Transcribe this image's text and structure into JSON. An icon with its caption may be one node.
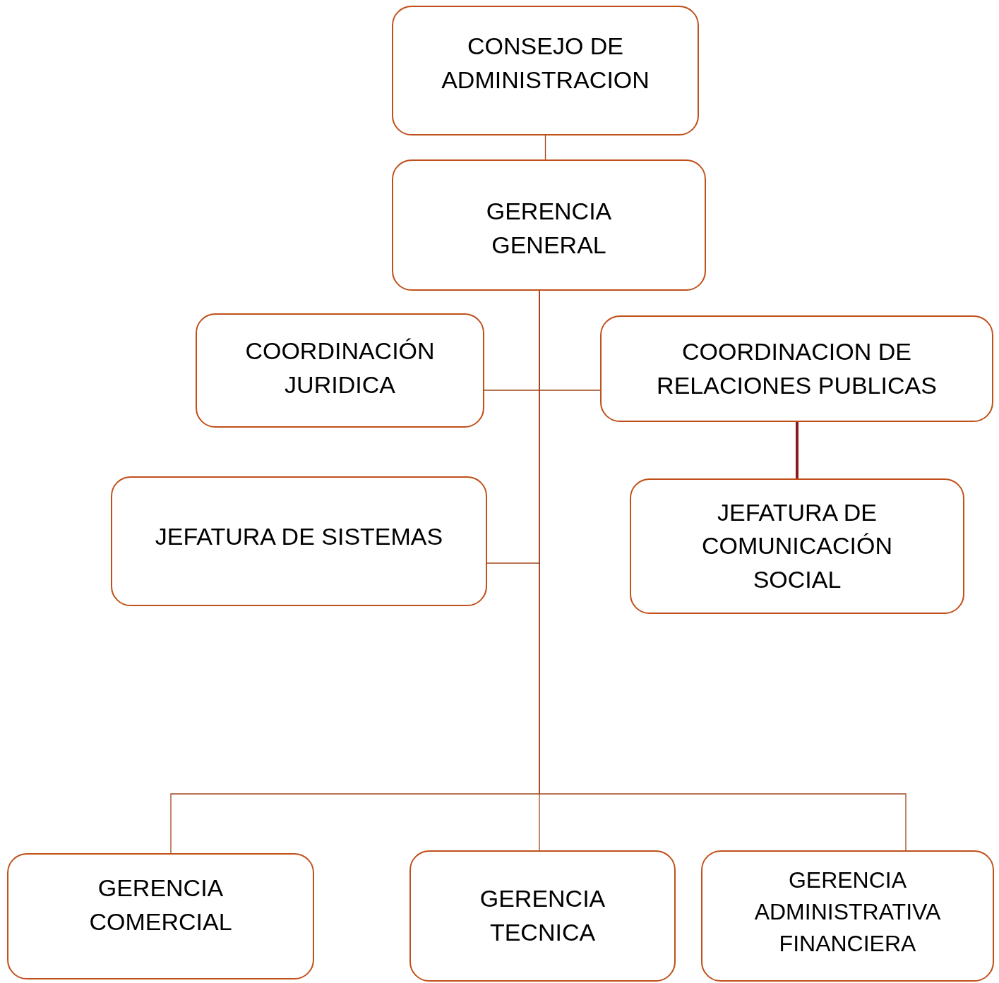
{
  "diagram": {
    "nodes": [
      {
        "text": [
          "CONSEJO DE ADMINISTRACION"
        ]
      },
      {
        "text": [
          "GERENCIA GENERAL"
        ]
      },
      {
        "text": [
          "COORDINACIÓN JURIDICA"
        ]
      },
      {
        "text": [
          "COORDINACION DE RELACIONES PUBLICAS"
        ]
      },
      {
        "text": [
          "JEFATURA DE SISTEMAS"
        ]
      },
      {
        "text": [
          "JEFATURA DE COMUNICACIÓN SOCIAL"
        ]
      },
      {
        "text": [
          "GERENCIA COMERCIAL"
        ]
      },
      {
        "text": [
          "GERENCIA TECNICA"
        ]
      },
      {
        "text": [
          "GERENCIA ADMINISTRATIVA FINANCIERA"
        ]
      }
    ],
    "edges": [
      {
        "from": 0,
        "to": 1,
        "arrow": "none"
      },
      {
        "from": 1,
        "to": 2,
        "arrow": "none"
      },
      {
        "from": 1,
        "to": 3,
        "arrow": "none"
      },
      {
        "from": 1,
        "to": 4,
        "arrow": "none"
      },
      {
        "from": 3,
        "to": 5,
        "arrow": "none",
        "style": "thick",
        "color": "#8b1a1a"
      },
      {
        "from": 1,
        "to": 6,
        "arrow": "none"
      },
      {
        "from": 1,
        "to": 7,
        "arrow": "none"
      },
      {
        "from": 1,
        "to": 8,
        "arrow": "none"
      }
    ]
  }
}
